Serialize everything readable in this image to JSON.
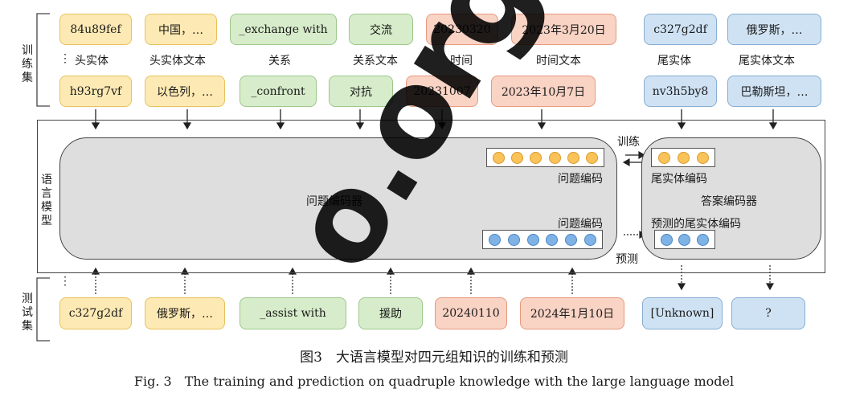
{
  "side_labels": {
    "train_set": "训练集",
    "language_model": "语言模型",
    "test_set": "测试集"
  },
  "train_top": [
    "84u89fef",
    "中国，…",
    "_exchange with",
    "交流",
    "20230320",
    "2023年3月20日",
    "c327g2df",
    "俄罗斯，…"
  ],
  "headers": [
    "头实体",
    "头实体文本",
    "关系",
    "关系文本",
    "时间",
    "时间文本",
    "尾实体",
    "尾实体文本"
  ],
  "ellipsis": "⋮",
  "train_bottom": [
    "h93rg7vf",
    "以色列，…",
    "_confront",
    "对抗",
    "20231007",
    "2023年10月7日",
    "nv3h5by8",
    "巴勒斯坦，…"
  ],
  "test_row": [
    "c327g2df",
    "俄罗斯，…",
    "_assist with",
    "援助",
    "20240110",
    "2024年1月10日",
    "[Unknown]",
    "?"
  ],
  "model": {
    "question_encoder": "问题编码器",
    "question_encoding_top": "问题编码",
    "question_encoding_bottom": "问题编码",
    "answer_encoder": "答案编码器",
    "tail_entity_encoding": "尾实体编码",
    "predicted_tail_encoding": "预测的尾实体编码",
    "train": "训练",
    "predict": "预测"
  },
  "caption": {
    "zh": "图3　大语言模型对四元组知识的训练和预测",
    "en": "Fig. 3　The training and prediction on quadruple knowledge with the large language model"
  },
  "watermark": "o.org.cn",
  "colors": {
    "entity": "#fde9b3",
    "relation": "#d7ecca",
    "time": "#f9d3c4",
    "tail": "#cfe2f3",
    "model_fill": "#dedede"
  }
}
